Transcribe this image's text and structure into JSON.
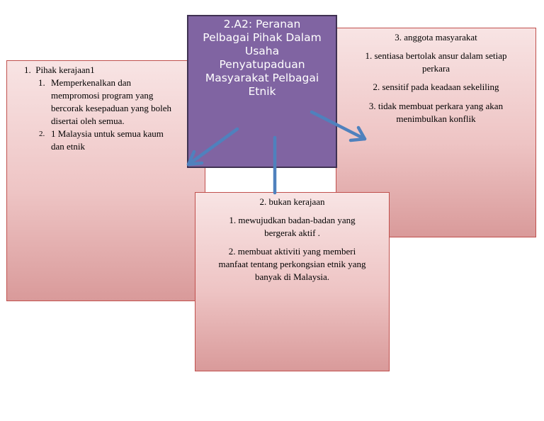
{
  "title": {
    "lines": [
      "2.A2: Peranan",
      "Pelbagai Pihak Dalam",
      "Usaha",
      "Penyatupaduan",
      "Masyarakat Pelbagai",
      "Etnik"
    ]
  },
  "kerajaan": {
    "number": "1.",
    "heading": "Pihak kerajaan1",
    "items": [
      {
        "number": "1.",
        "lines": [
          "Memperkenalkan dan",
          "mempromosi program yang",
          "bercorak kesepaduan yang boleh",
          "disertai oleh semua."
        ]
      },
      {
        "number": "2.",
        "lines": [
          "1 Malaysia untuk semua kaum",
          "dan etnik"
        ]
      }
    ]
  },
  "masyarakat": {
    "heading": "3. anggota masyarakat",
    "items": [
      {
        "lines": [
          "1. sentiasa bertolak ansur dalam setiap",
          "perkara"
        ]
      },
      {
        "lines": [
          "2. sensitif pada  keadaan sekeliling"
        ]
      },
      {
        "lines": [
          "3. tidak membuat perkara yang akan",
          "menimbulkan konflik"
        ]
      }
    ]
  },
  "bukan": {
    "heading": "2. bukan kerajaan",
    "items": [
      {
        "lines": [
          "1.  mewujudkan badan-badan yang",
          "bergerak aktif ."
        ]
      },
      {
        "lines": [
          "2. membuat aktiviti yang memberi",
          "manfaat tentang perkongsian etnik yang",
          "banyak di Malaysia."
        ]
      }
    ]
  },
  "colors": {
    "title_fill": "#8064a2",
    "title_border": "#3f3151",
    "box_border": "#c0504d",
    "arrow": "#4f81bd"
  }
}
